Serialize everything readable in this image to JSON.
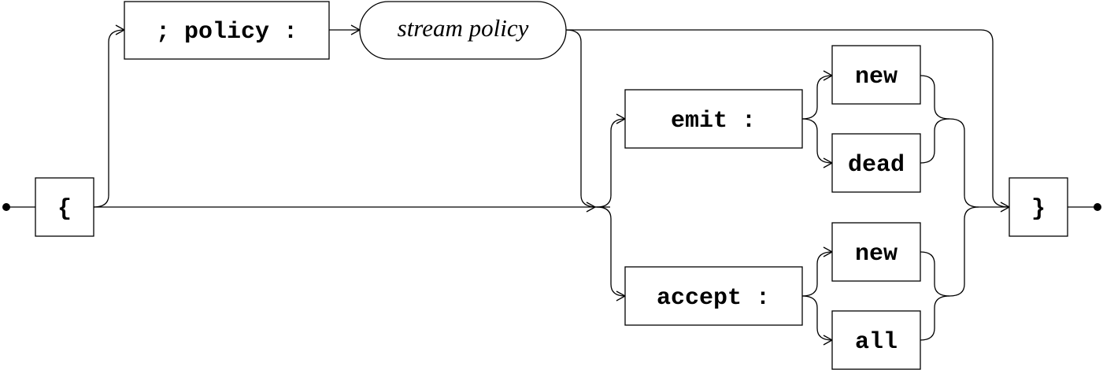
{
  "terminals": {
    "open_brace": "{",
    "policy": "; policy :",
    "emit": "emit :",
    "emit_new": "new",
    "emit_dead": "dead",
    "accept": "accept :",
    "accept_new": "new",
    "accept_all": "all",
    "close_brace": "}"
  },
  "nonterminals": {
    "stream_policy": "stream policy"
  }
}
